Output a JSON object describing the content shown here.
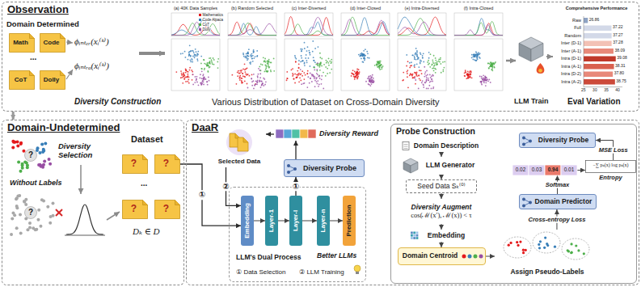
{
  "diagram": {
    "nodes": [
      {
        "text": [
          "Observation"
        ]
      },
      {
        "text": [
          "Math"
        ],
        "in": 0
      },
      {
        "text": [
          "Code"
        ],
        "in": 0
      },
      {
        "text": [
          "CoT"
        ],
        "in": 0
      },
      {
        "text": [
          "Dolly"
        ],
        "in": 0
      },
      {
        "text": [
          "(a) 40K Data Samples"
        ],
        "in": 0
      },
      {
        "text": [
          "(b) Random Selected"
        ],
        "in": 0
      },
      {
        "text": [
          "(c) Inter-Diversed"
        ],
        "in": 0
      },
      {
        "text": [
          "(d) Inter-Closed"
        ],
        "in": 0
      },
      {
        "text": [
          "(e) Intra-Diversed"
        ],
        "in": 0
      },
      {
        "text": [
          "(f) Intra-Closed"
        ],
        "in": 0
      },
      {
        "text": [
          "Comprehensive Performance"
        ],
        "in": 0
      },
      {
        "text": [
          "Domain-Undetermined"
        ]
      },
      {
        "text": [
          "?"
        ],
        "in": 12
      },
      {
        "text": [
          "?"
        ],
        "in": 12
      },
      {
        "text": [
          "?"
        ],
        "in": 12
      },
      {
        "text": [
          "?"
        ],
        "in": 12
      },
      {
        "text": [
          "DaaR"
        ]
      },
      {
        "text": [
          "Selected Data"
        ],
        "in": 17
      },
      {
        "text": [
          "Diversity Reward"
        ],
        "in": 17
      },
      {
        "text": [
          "Diversity Probe"
        ],
        "in": 17
      },
      {
        "text": [
          "LLM's Dual Process",
          "① Data Selection",
          "② LLM Training"
        ],
        "in": 17
      },
      {
        "text": [
          "Embedding"
        ],
        "in": 21
      },
      {
        "text": [
          "Layer-1"
        ],
        "in": 21
      },
      {
        "text": [
          "Layer-l"
        ],
        "in": 21
      },
      {
        "text": [
          "Layer-n"
        ],
        "in": 21
      },
      {
        "text": [
          "Prediction"
        ],
        "in": 21
      },
      {
        "text": [
          "Probe Construction"
        ],
        "in": 17
      },
      {
        "text": [
          "Domain Description"
        ],
        "in": 27
      },
      {
        "text": [
          "LLM Generator"
        ],
        "in": 27
      },
      {
        "text": [
          "Seed Data Sₖ⁽⁰⁾"
        ],
        "in": 27
      },
      {
        "text": [
          "Diversity Augment",
          "cos(ℳ(x′), ℳ(x)) < τ"
        ],
        "in": 27
      },
      {
        "text": [
          "Embedding"
        ],
        "in": 27
      },
      {
        "text": [
          "Domain Centroid"
        ],
        "in": 27
      },
      {
        "text": [
          "Assign Pseudo-Labels"
        ],
        "in": 27
      },
      {
        "text": [
          "Domain Predictor"
        ],
        "in": 27
      },
      {
        "text": [
          "0.02",
          "0.03",
          "0.94",
          "0.01"
        ],
        "in": 27
      },
      {
        "text": [
          "−∑ pₖ(x) log pₖ(x)",
          "Entropy"
        ],
        "in": 27
      },
      {
        "text": [
          "Diversity Probe"
        ],
        "in": 27
      }
    ],
    "edges": [
      {
        "from": 0,
        "to": 12,
        "arrow": "to"
      },
      {
        "from": 14,
        "to": 22,
        "arrow": "to",
        "label": "①"
      },
      {
        "from": 18,
        "to": 22,
        "arrow": "to",
        "label": "②"
      },
      {
        "from": 22,
        "to": 23,
        "arrow": "to"
      },
      {
        "from": 23,
        "to": 24,
        "arrow": "to"
      },
      {
        "from": 24,
        "to": 25,
        "arrow": "to"
      },
      {
        "from": 25,
        "to": 26,
        "arrow": "to"
      },
      {
        "from": 24,
        "to": 20,
        "arrow": "to",
        "label": "①"
      },
      {
        "from": 20,
        "to": 19,
        "arrow": "to"
      },
      {
        "from": 19,
        "to": 18,
        "arrow": "to"
      },
      {
        "from": 28,
        "to": 29,
        "arrow": "to"
      },
      {
        "from": 29,
        "to": 30,
        "arrow": "to"
      },
      {
        "from": 30,
        "to": 31,
        "arrow": "to"
      },
      {
        "from": 31,
        "to": 32,
        "arrow": "to"
      },
      {
        "from": 32,
        "to": 33,
        "arrow": "to"
      },
      {
        "from": 33,
        "to": 34,
        "arrow": "to"
      },
      {
        "from": 34,
        "to": 35,
        "arrow": "to",
        "label": "Cross-entropy Loss"
      },
      {
        "from": 35,
        "to": 36,
        "arrow": "to",
        "label": "Softmax"
      },
      {
        "from": 36,
        "to": 37,
        "arrow": "to"
      },
      {
        "from": 37,
        "to": 38,
        "arrow": "to",
        "label": "MSE Loss"
      }
    ],
    "labels": [
      "Domain Determined",
      "...",
      "ϕᵢₙₜₑᵣ(xᵢ⁽ᵏ⁾)",
      "ϕᵢₙₜᵣₐ(xᵢ⁽ᵏ⁾)",
      "Diversity Construction",
      "Various Distribution of Dataset on Cross-Domain Diversity",
      "LLM Train",
      "Eval Variation",
      "Raw",
      "Full",
      "Random",
      "Inter (D-1)",
      "Inter (A-1)",
      "Intra (D-1)",
      "Intra (A-1)",
      "Intra (D-2)",
      "Intra (A-2)",
      "26.86",
      "37.22",
      "37.27",
      "37.28",
      "38.09",
      "39.08",
      "38.31",
      "37.80",
      "38.75",
      "25",
      "30",
      "35",
      "40",
      "Diversity Selection",
      "Without Labels",
      "?",
      "?",
      "Dataset",
      "...",
      "Dₖ ∈ D",
      "Better LLMs"
    ],
    "legend": [
      {
        "text": "Mathematics",
        "color": "#e41a1c"
      },
      {
        "text": "Code Alpaca",
        "color": "#377eb8"
      },
      {
        "text": "CoT",
        "color": "#4daf4a"
      },
      {
        "text": "Dolly",
        "color": "#984ea3"
      }
    ]
  }
}
